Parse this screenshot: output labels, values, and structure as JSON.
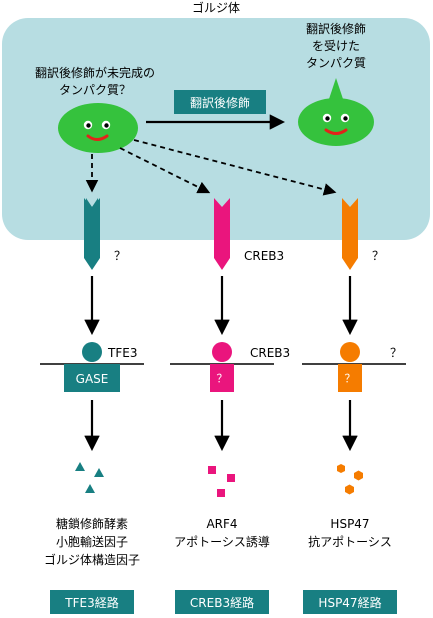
{
  "colors": {
    "golgi": "#b7dde2",
    "teal": "#187f82",
    "magenta": "#ea157d",
    "orange": "#f57c00",
    "slime": "#35c23d",
    "mouth": "#e2231a"
  },
  "golgi_label": "ゴルジ体",
  "source_protein_label": [
    "翻訳後修飾が未完成の",
    "タンパク質？"
  ],
  "modification_box_label": "翻訳後修飾",
  "modified_protein_label": [
    "翻訳後修飾",
    "を受けた",
    "タンパク質"
  ],
  "pathways": [
    {
      "sensor_label": "？",
      "factor_label": "TFE3",
      "receptor_label": "GASE",
      "products": [
        "糖鎖修飾酵素",
        "小胞輸送因子",
        "ゴルジ体構造因子"
      ],
      "pathway_name": "TFE3経路",
      "product_icon": "triangle-icon"
    },
    {
      "sensor_label": "CREB3",
      "factor_label": "CREB3",
      "receptor_label": "？",
      "products": [
        "ARF4",
        "アポトーシス誘導"
      ],
      "pathway_name": "CREB3経路",
      "product_icon": "square-icon"
    },
    {
      "sensor_label": "？",
      "factor_label": "？",
      "receptor_label": "？",
      "products": [
        "HSP47",
        "抗アポトーシス"
      ],
      "pathway_name": "HSP47経路",
      "product_icon": "hexagon-icon"
    }
  ]
}
